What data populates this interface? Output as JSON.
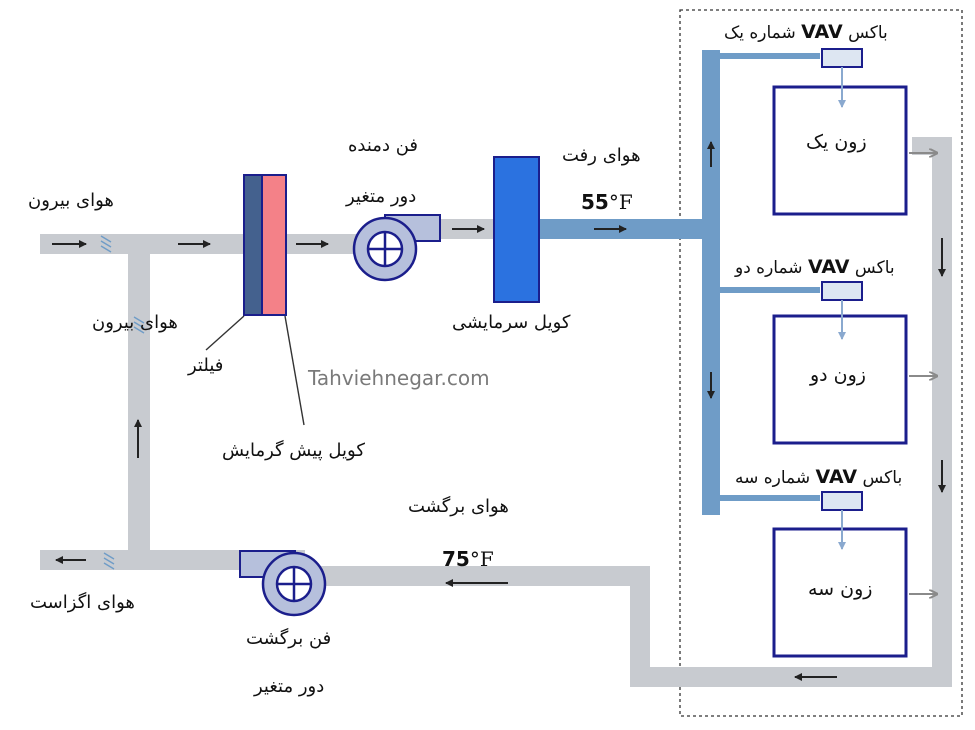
{
  "labels": {
    "outside_air_top": "هوای بیرون",
    "outside_air_mid": "هوای بیرون",
    "filter": "فیلتر",
    "preheat_coil": "کویل پیش گرمایش",
    "supply_fan_line1": "فن دمنده",
    "supply_fan_line2": "دور متغیر",
    "supply_air": "هوای رفت",
    "cooling_coil": "کویل سرمایشی",
    "supply_temp_value": "55",
    "supply_temp_unit": "°F",
    "return_air": "هوای برگشت",
    "return_temp_value": "75",
    "return_temp_unit": "°F",
    "exhaust_air": "هوای اگزاست",
    "return_fan_line1": "فن برگشت",
    "return_fan_line2": "دور متغیر",
    "watermark": "Tahviehnegar.com"
  },
  "vav_boxes": [
    {
      "prefix": "باکس",
      "vav": "VAV",
      "suffix": "شماره یک",
      "zone": "زون یک"
    },
    {
      "prefix": "باکس",
      "vav": "VAV",
      "suffix": "شماره دو",
      "zone": "زون دو"
    },
    {
      "prefix": "باکس",
      "vav": "VAV",
      "suffix": "شماره سه",
      "zone": "زون سه"
    }
  ],
  "colors": {
    "duct_gray": "#c8cbd0",
    "supply_duct_blue": "#6f9cc7",
    "navy": "#1b1e8c",
    "filter_blue": "#44618e",
    "preheat_pink": "#f48188",
    "cooling_coil_blue": "#2b72e0",
    "fan_fill": "#b6c0dc",
    "vav_fill": "#dde6f2",
    "arrow_dark": "#222222",
    "light_arrow": "#8aa9cf"
  }
}
